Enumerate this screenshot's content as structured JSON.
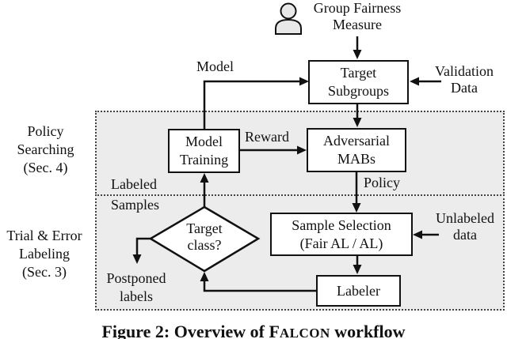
{
  "figure": {
    "caption": {
      "part1": "Figure 2: Overview of F",
      "part2": "ALCON",
      "part3": " workflow"
    }
  },
  "nodes": {
    "group_fairness": {
      "line1": "Group Fairness",
      "line2": "Measure"
    },
    "target_subgroups": {
      "line1": "Target",
      "line2": "Subgroups"
    },
    "model_training": {
      "line1": "Model",
      "line2": "Training"
    },
    "adversarial_mabs": {
      "line1": "Adversarial",
      "line2": "MABs"
    },
    "sample_selection": {
      "line1": "Sample Selection",
      "line2": "(Fair AL / AL)"
    },
    "labeler": {
      "label": "Labeler"
    },
    "target_class_decision": {
      "line1": "Target",
      "line2": "class?"
    }
  },
  "edge_labels": {
    "model": "Model",
    "reward": "Reward",
    "policy": "Policy",
    "validation_data": {
      "line1": "Validation",
      "line2": "Data"
    },
    "labeled_samples": {
      "line1": "Labeled",
      "line2": "Samples"
    },
    "unlabeled_data": {
      "line1": "Unlabeled",
      "line2": "data"
    },
    "postponed_labels": {
      "line1": "Postponed",
      "line2": "labels"
    }
  },
  "sections": {
    "policy_searching": {
      "line1": "Policy",
      "line2": "Searching",
      "line3": "(Sec. 4)"
    },
    "trial_error_labeling": {
      "line1": "Trial & Error",
      "line2": "Labeling",
      "line3": "(Sec. 3)"
    }
  },
  "icons": {
    "person": "person-icon"
  },
  "colors": {
    "region_fill": "#ececec",
    "line": "#111111",
    "node_fill": "#ffffff",
    "person_fill": "#e8e8e8"
  }
}
